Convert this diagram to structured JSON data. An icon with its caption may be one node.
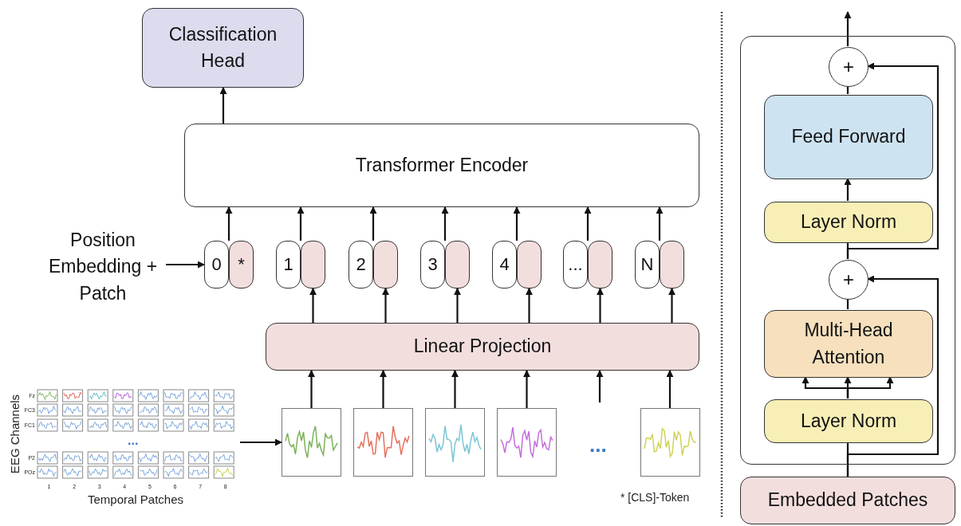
{
  "diagram": {
    "nodes": [
      {
        "text": [
          "Classification Head"
        ]
      },
      {
        "text": [
          "Transformer Encoder"
        ]
      },
      {
        "text": [
          "Position Embedding + Patch"
        ]
      },
      {
        "text": [
          "0"
        ]
      },
      {
        "text": [
          "*"
        ]
      },
      {
        "text": [
          "1"
        ]
      },
      {
        "text": [],
        "shape": "box"
      },
      {
        "text": [
          "2"
        ]
      },
      {
        "text": [],
        "shape": "box"
      },
      {
        "text": [
          "3"
        ]
      },
      {
        "text": [],
        "shape": "box"
      },
      {
        "text": [
          "4"
        ]
      },
      {
        "text": [],
        "shape": "box"
      },
      {
        "text": [
          "..."
        ]
      },
      {
        "text": [],
        "shape": "box"
      },
      {
        "text": [
          "N"
        ]
      },
      {
        "text": [],
        "shape": "box"
      },
      {
        "text": [
          "Linear Projection"
        ]
      },
      {
        "text": [],
        "shape": "picture"
      },
      {
        "text": [],
        "shape": "picture"
      },
      {
        "text": [],
        "shape": "picture"
      },
      {
        "text": [],
        "shape": "picture"
      },
      {
        "text": [],
        "shape": "picture"
      },
      {
        "text": [],
        "shape": "picture"
      },
      {
        "text": [],
        "shape": "box"
      },
      {
        "text": [
          "+"
        ],
        "in": 24
      },
      {
        "text": [
          "Feed Forward"
        ],
        "in": 24
      },
      {
        "text": [
          "Layer Norm"
        ],
        "in": 24
      },
      {
        "text": [
          "+"
        ],
        "in": 24
      },
      {
        "text": [
          "Multi-Head Attention"
        ],
        "in": 24
      },
      {
        "text": [
          "Layer Norm"
        ],
        "in": 24
      },
      {
        "text": [
          "Embedded Patches"
        ]
      }
    ],
    "edges": [
      {
        "from": 1,
        "to": 0,
        "arrow": "to"
      },
      {
        "from": 2,
        "to": 3,
        "arrow": "to"
      },
      {
        "from": 3,
        "to": 1,
        "arrow": "to"
      },
      {
        "from": 5,
        "to": 1,
        "arrow": "to"
      },
      {
        "from": 7,
        "to": 1,
        "arrow": "to"
      },
      {
        "from": 9,
        "to": 1,
        "arrow": "to"
      },
      {
        "from": 11,
        "to": 1,
        "arrow": "to"
      },
      {
        "from": 13,
        "to": 1,
        "arrow": "to"
      },
      {
        "from": 15,
        "to": 1,
        "arrow": "to"
      },
      {
        "from": 17,
        "to": 6,
        "arrow": "to"
      },
      {
        "from": 17,
        "to": 8,
        "arrow": "to"
      },
      {
        "from": 17,
        "to": 10,
        "arrow": "to"
      },
      {
        "from": 17,
        "to": 12,
        "arrow": "to"
      },
      {
        "from": 17,
        "to": 14,
        "arrow": "to"
      },
      {
        "from": 17,
        "to": 16,
        "arrow": "to"
      },
      {
        "from": 18,
        "to": 19,
        "arrow": "to"
      },
      {
        "from": 19,
        "to": 17,
        "arrow": "to"
      },
      {
        "from": 20,
        "to": 17,
        "arrow": "to"
      },
      {
        "from": 21,
        "to": 17,
        "arrow": "to"
      },
      {
        "from": 22,
        "to": 17,
        "arrow": "to"
      },
      {
        "from": null,
        "to": 17,
        "arrow": "to"
      },
      {
        "from": 23,
        "to": 17,
        "arrow": "to"
      },
      {
        "from": 25,
        "to": null,
        "arrow": "to"
      },
      {
        "from": 26,
        "to": 25,
        "arrow": "none"
      },
      {
        "from": 27,
        "to": 26,
        "arrow": "to"
      },
      {
        "from": 28,
        "to": 27,
        "arrow": "none"
      },
      {
        "from": 28,
        "to": 25,
        "arrow": "to"
      },
      {
        "from": 29,
        "to": 28,
        "arrow": "none"
      },
      {
        "from": 30,
        "to": 29,
        "arrow": "to"
      },
      {
        "from": 30,
        "to": 29,
        "arrow": "to"
      },
      {
        "from": 30,
        "to": 29,
        "arrow": "to"
      },
      {
        "from": 31,
        "to": 30,
        "arrow": "none"
      },
      {
        "from": 31,
        "to": 28,
        "arrow": "to"
      }
    ],
    "labels": [
      "EEG Channels",
      "Fz",
      "FC3",
      "FC1",
      "...",
      "P2",
      "POz",
      "1",
      "2",
      "3",
      "4",
      "5",
      "6",
      "7",
      "8",
      "Temporal Patches",
      "...",
      "* [CLS]-Token"
    ]
  }
}
